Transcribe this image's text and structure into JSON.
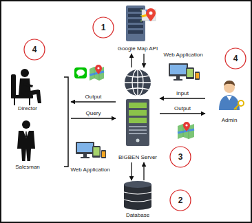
{
  "diagram": {
    "nodes": [
      {
        "text": [
          "Google Map API"
        ]
      },
      {
        "text": [
          "Director"
        ]
      },
      {
        "text": [
          "Salesman"
        ]
      },
      {
        "text": [
          "BIGBEN Server"
        ]
      },
      {
        "text": [
          "Admin"
        ]
      },
      {
        "text": [
          "Database"
        ]
      }
    ],
    "edges": [
      {
        "from": 3,
        "to": 0,
        "arrow": "to"
      },
      {
        "from": 0,
        "to": 3,
        "arrow": "to"
      },
      {
        "from": 3,
        "to": 1,
        "label": "Output",
        "arrow": "to"
      },
      {
        "from": 2,
        "to": 3,
        "label": "Query",
        "arrow": "to"
      },
      {
        "from": 4,
        "to": 3,
        "label": "Input",
        "arrow": "to"
      },
      {
        "from": 3,
        "to": 4,
        "label": "Output",
        "arrow": "to"
      },
      {
        "from": 3,
        "to": 5,
        "arrow": "to"
      },
      {
        "from": 5,
        "to": 3,
        "arrow": "to"
      }
    ],
    "labels": [
      "1",
      "2",
      "3",
      "4",
      "4",
      "Web Application",
      "Web Application"
    ]
  }
}
